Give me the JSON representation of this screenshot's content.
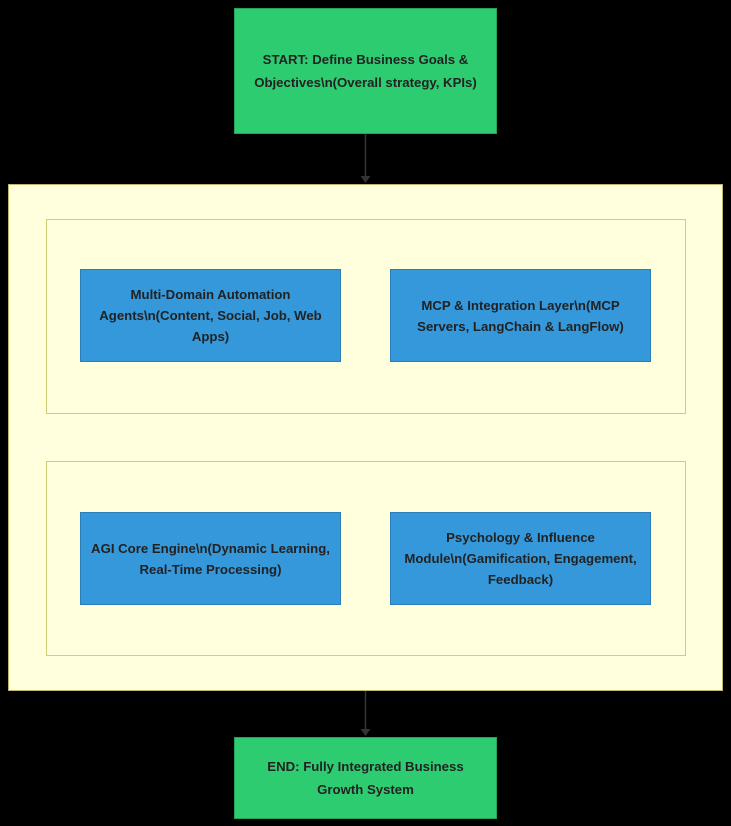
{
  "diagram": {
    "type": "flowchart",
    "direction": "top-to-bottom",
    "background_color": "#000000",
    "colors": {
      "terminal_fill": "#2ecc71",
      "terminal_stroke": "#25a35a",
      "process_fill": "#3498db",
      "process_stroke": "#2b7eb8",
      "container_fill": "#ffffde",
      "container_stroke": "#bdb76b",
      "subgraph_stroke": "#cfcf7a",
      "edge_stroke": "#333333",
      "node_text": "#222222"
    },
    "nodes": {
      "start": {
        "id": "start",
        "shape": "rect",
        "role": "terminal",
        "label": "START: Define Business Goals & Objectives\\n(Overall strategy, KPIs)"
      },
      "end": {
        "id": "end",
        "shape": "rect",
        "role": "terminal",
        "label": "END: Fully Integrated Business Growth System"
      },
      "automation_agents": {
        "id": "automation_agents",
        "shape": "rect",
        "role": "process",
        "label": "Multi-Domain Automation Agents\\n(Content, Social, Job, Web Apps)"
      },
      "mcp_layer": {
        "id": "mcp_layer",
        "shape": "rect",
        "role": "process",
        "label": "MCP & Integration Layer\\n(MCP Servers, LangChain & LangFlow)"
      },
      "agi_core": {
        "id": "agi_core",
        "shape": "rect",
        "role": "process",
        "label": "AGI Core Engine\\n(Dynamic Learning, Real-Time Processing)"
      },
      "psychology_module": {
        "id": "psychology_module",
        "shape": "rect",
        "role": "process",
        "label": "Psychology & Influence Module\\n(Gamification, Engagement, Feedback)"
      }
    },
    "containers": {
      "outer": {
        "id": "outer",
        "label": ""
      },
      "subgraph_top": {
        "id": "subgraph_top",
        "label": ""
      },
      "subgraph_bottom": {
        "id": "subgraph_bottom",
        "label": ""
      }
    },
    "edges": [
      {
        "from": "start",
        "to": "outer",
        "label": "",
        "arrow": "down"
      },
      {
        "from": "outer",
        "to": "end",
        "label": "",
        "arrow": "down"
      }
    ]
  }
}
